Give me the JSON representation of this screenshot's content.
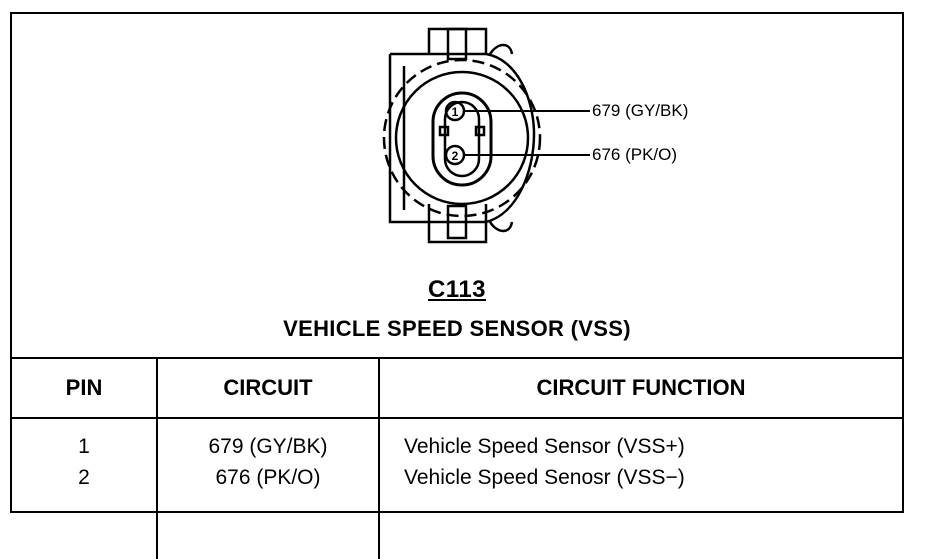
{
  "connector": {
    "id": "C113",
    "name": "VEHICLE SPEED SENSOR (VSS)",
    "pins": [
      {
        "number": "1",
        "wire_label": "679 (GY/BK)"
      },
      {
        "number": "2",
        "wire_label": "676 (PK/O)"
      }
    ]
  },
  "table": {
    "headers": {
      "pin": "PIN",
      "circuit": "CIRCUIT",
      "function": "CIRCUIT FUNCTION"
    },
    "rows": [
      {
        "pin": "1",
        "circuit": "679 (GY/BK)",
        "function": "Vehicle Speed Sensor (VSS+)"
      },
      {
        "pin": "2",
        "circuit": "676 (PK/O)",
        "function": "Vehicle Speed Senosr (VSS−)"
      }
    ]
  }
}
